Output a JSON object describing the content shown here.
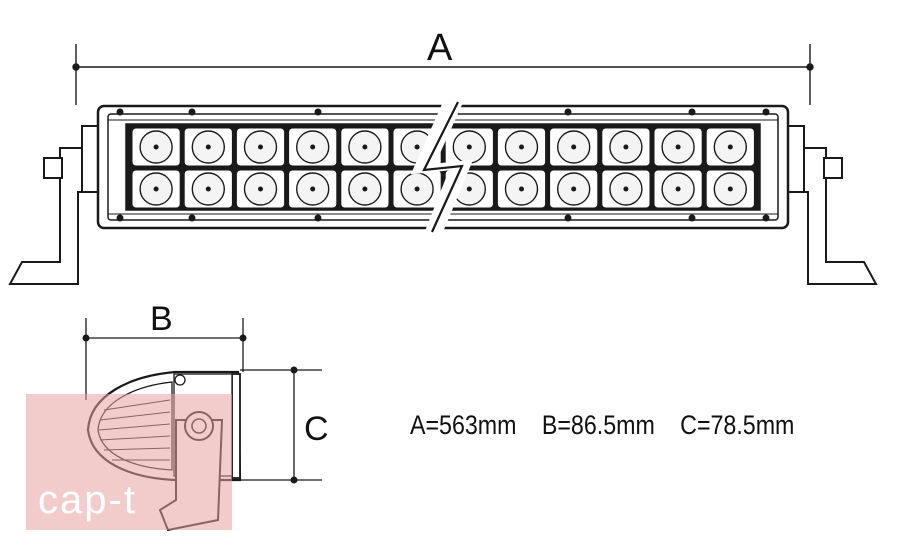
{
  "dimensions": {
    "label_a": "A",
    "label_b": "B",
    "label_c": "C",
    "spec_a": "A=563mm",
    "spec_b": "B=86.5mm",
    "spec_c": "C=78.5mm"
  },
  "led_rows": 2,
  "led_columns": 12,
  "watermark": {
    "text": "cap-t",
    "color": "#e8a0a0"
  },
  "colors": {
    "line": "#1a1a1a",
    "lens_fill": "#f4f4f4"
  }
}
